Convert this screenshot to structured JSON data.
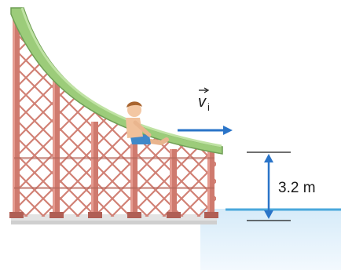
{
  "figure": {
    "velocity_label": "v",
    "velocity_subscript": "i",
    "height_label": "3.2 m"
  },
  "colors": {
    "slide": "#9ccc7a",
    "slide_edge": "#6f9e55",
    "scaffold": "#cf7a6e",
    "scaffold_dark": "#b05f55",
    "water": "#cfe6f7",
    "water_line": "#4aa8dc",
    "arrow": "#2a74c8",
    "ground": "#d9d9d9"
  },
  "icons": {
    "person": "child-sliding",
    "velocity_arrow": "right-arrow",
    "height_marker": "double-headed-vertical-arrow"
  }
}
